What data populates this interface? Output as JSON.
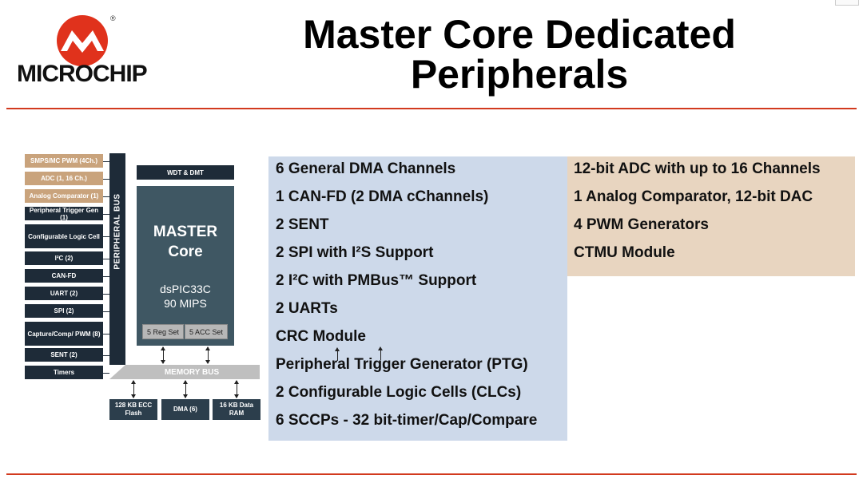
{
  "slide": {
    "title_line1": "Master Core Dedicated",
    "title_line2": "Peripherals"
  },
  "logo": {
    "text": "MICROCHIP",
    "registered": "®",
    "color": "#e0321c"
  },
  "diagram": {
    "peripherals": [
      {
        "label": "SMPS/MC PWM (4Ch.)",
        "style": "tan"
      },
      {
        "label": "ADC (1, 16 Ch.)",
        "style": "tan"
      },
      {
        "label": "Analog Comparator (1)",
        "style": "tan"
      },
      {
        "label": "Peripheral Trigger Gen (1)",
        "style": "dark"
      },
      {
        "label": "Configurable Logic Cell",
        "style": "dark"
      },
      {
        "label": "I²C (2)",
        "style": "dark"
      },
      {
        "label": "CAN-FD",
        "style": "dark"
      },
      {
        "label": "UART (2)",
        "style": "dark"
      },
      {
        "label": "SPI (2)",
        "style": "dark"
      },
      {
        "label": "Capture/Comp/ PWM (8)",
        "style": "dark"
      },
      {
        "label": "SENT (2)",
        "style": "dark"
      },
      {
        "label": "Timers",
        "style": "dark"
      }
    ],
    "peripheral_bus": "PERIPHERAL BUS",
    "memory_bus": "MEMORY BUS",
    "wdt": "WDT & DMT",
    "core_title_1": "MASTER",
    "core_title_2": "Core",
    "core_chip": "dsPIC33C",
    "core_speed": "90 MIPS",
    "reg_set": "5 Reg Set",
    "acc_set": "5 ACC Set",
    "memories": [
      {
        "label": "128 KB ECC Flash"
      },
      {
        "label": "DMA (6)"
      },
      {
        "label": "16 KB Data RAM"
      }
    ]
  },
  "features_left": [
    "6 General DMA Channels",
    "1 CAN-FD (2 DMA cChannels)",
    "2 SENT",
    "2 SPI with I²S Support",
    "2 I²C with PMBus™ Support",
    "2 UARTs",
    "CRC Module",
    "Peripheral Trigger Generator (PTG)",
    "2 Configurable Logic Cells (CLCs)",
    "6 SCCPs - 32 bit-timer/Cap/Compare"
  ],
  "features_right": [
    "12-bit ADC with up to 16 Channels",
    "1 Analog Comparator, 12-bit DAC",
    "4 PWM Generators",
    "CTMU Module"
  ],
  "colors": {
    "rule": "#d23a1e",
    "dark_block": "#1e2b38",
    "core": "#3f5763",
    "tan_block": "#c9a37c",
    "blue_panel": "#cdd9ea",
    "tan_panel": "#e8d5c0"
  }
}
